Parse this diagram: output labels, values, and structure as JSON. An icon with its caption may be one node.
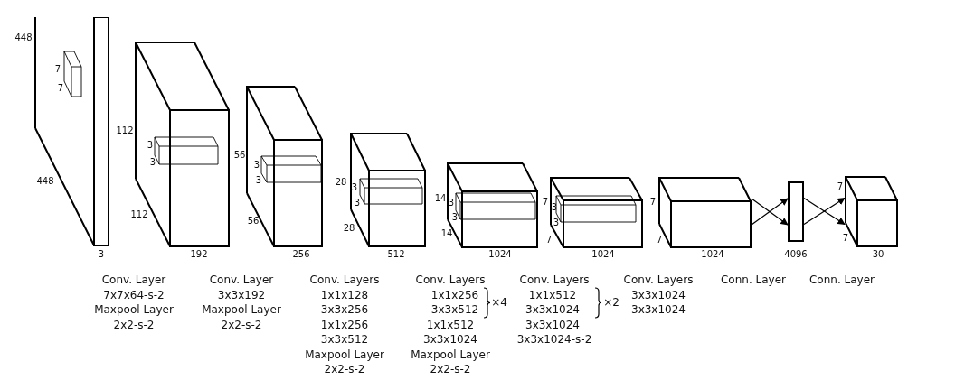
{
  "diagram": {
    "nodes": [
      {
        "text": [
          "7",
          "7",
          "448"
        ],
        "beside": [
          "448",
          "3"
        ]
      },
      {
        "text": [
          "3",
          "3",
          "112"
        ],
        "beside": [
          "112",
          "192"
        ]
      },
      {
        "text": [
          "3",
          "3",
          "56"
        ],
        "beside": [
          "56",
          "256"
        ]
      },
      {
        "text": [
          "3",
          "3"
        ],
        "beside": [
          "28",
          "28",
          "512"
        ]
      },
      {
        "text": [
          "3",
          "3",
          "14"
        ],
        "beside": [
          "14",
          "1024"
        ]
      },
      {
        "text": [
          "3",
          "3"
        ],
        "beside": [
          "7",
          "7",
          "1024"
        ]
      },
      {
        "text": [
          "7"
        ],
        "beside": [
          "7",
          "1024"
        ]
      },
      {
        "text": [],
        "shape": "bar",
        "beside": [
          "4096"
        ]
      },
      {
        "text": [
          "7"
        ],
        "beside": [
          "7",
          "30"
        ]
      }
    ],
    "edges": [
      {
        "from": 6,
        "to": 7,
        "arrow": "to"
      },
      {
        "from": 6,
        "to": 7,
        "arrow": "to"
      },
      {
        "from": 7,
        "to": 8,
        "arrow": "to"
      },
      {
        "from": 7,
        "to": 8,
        "arrow": "to"
      }
    ],
    "labels": [
      "Conv. Layer",
      "7x7x64-s-2",
      "Maxpool Layer",
      "2x2-s-2",
      "Conv. Layer",
      "3x3x192",
      "Maxpool Layer",
      "2x2-s-2",
      "Conv. Layers",
      "1x1x128",
      "3x3x256",
      "1x1x256",
      "3x3x512",
      "Maxpool Layer",
      "2x2-s-2",
      "Conv. Layers",
      "1x1x256",
      "×4",
      "3x3x512",
      "1x1x512",
      "3x3x1024",
      "Maxpool Layer",
      "2x2-s-2",
      "Conv. Layers",
      "1x1x512",
      "×2",
      "3x3x1024",
      "3x3x1024",
      "3x3x1024-s-2",
      "Conv. Layers",
      "3x3x1024",
      "3x3x1024",
      "Conn. Layer",
      "Conn. Layer"
    ]
  }
}
